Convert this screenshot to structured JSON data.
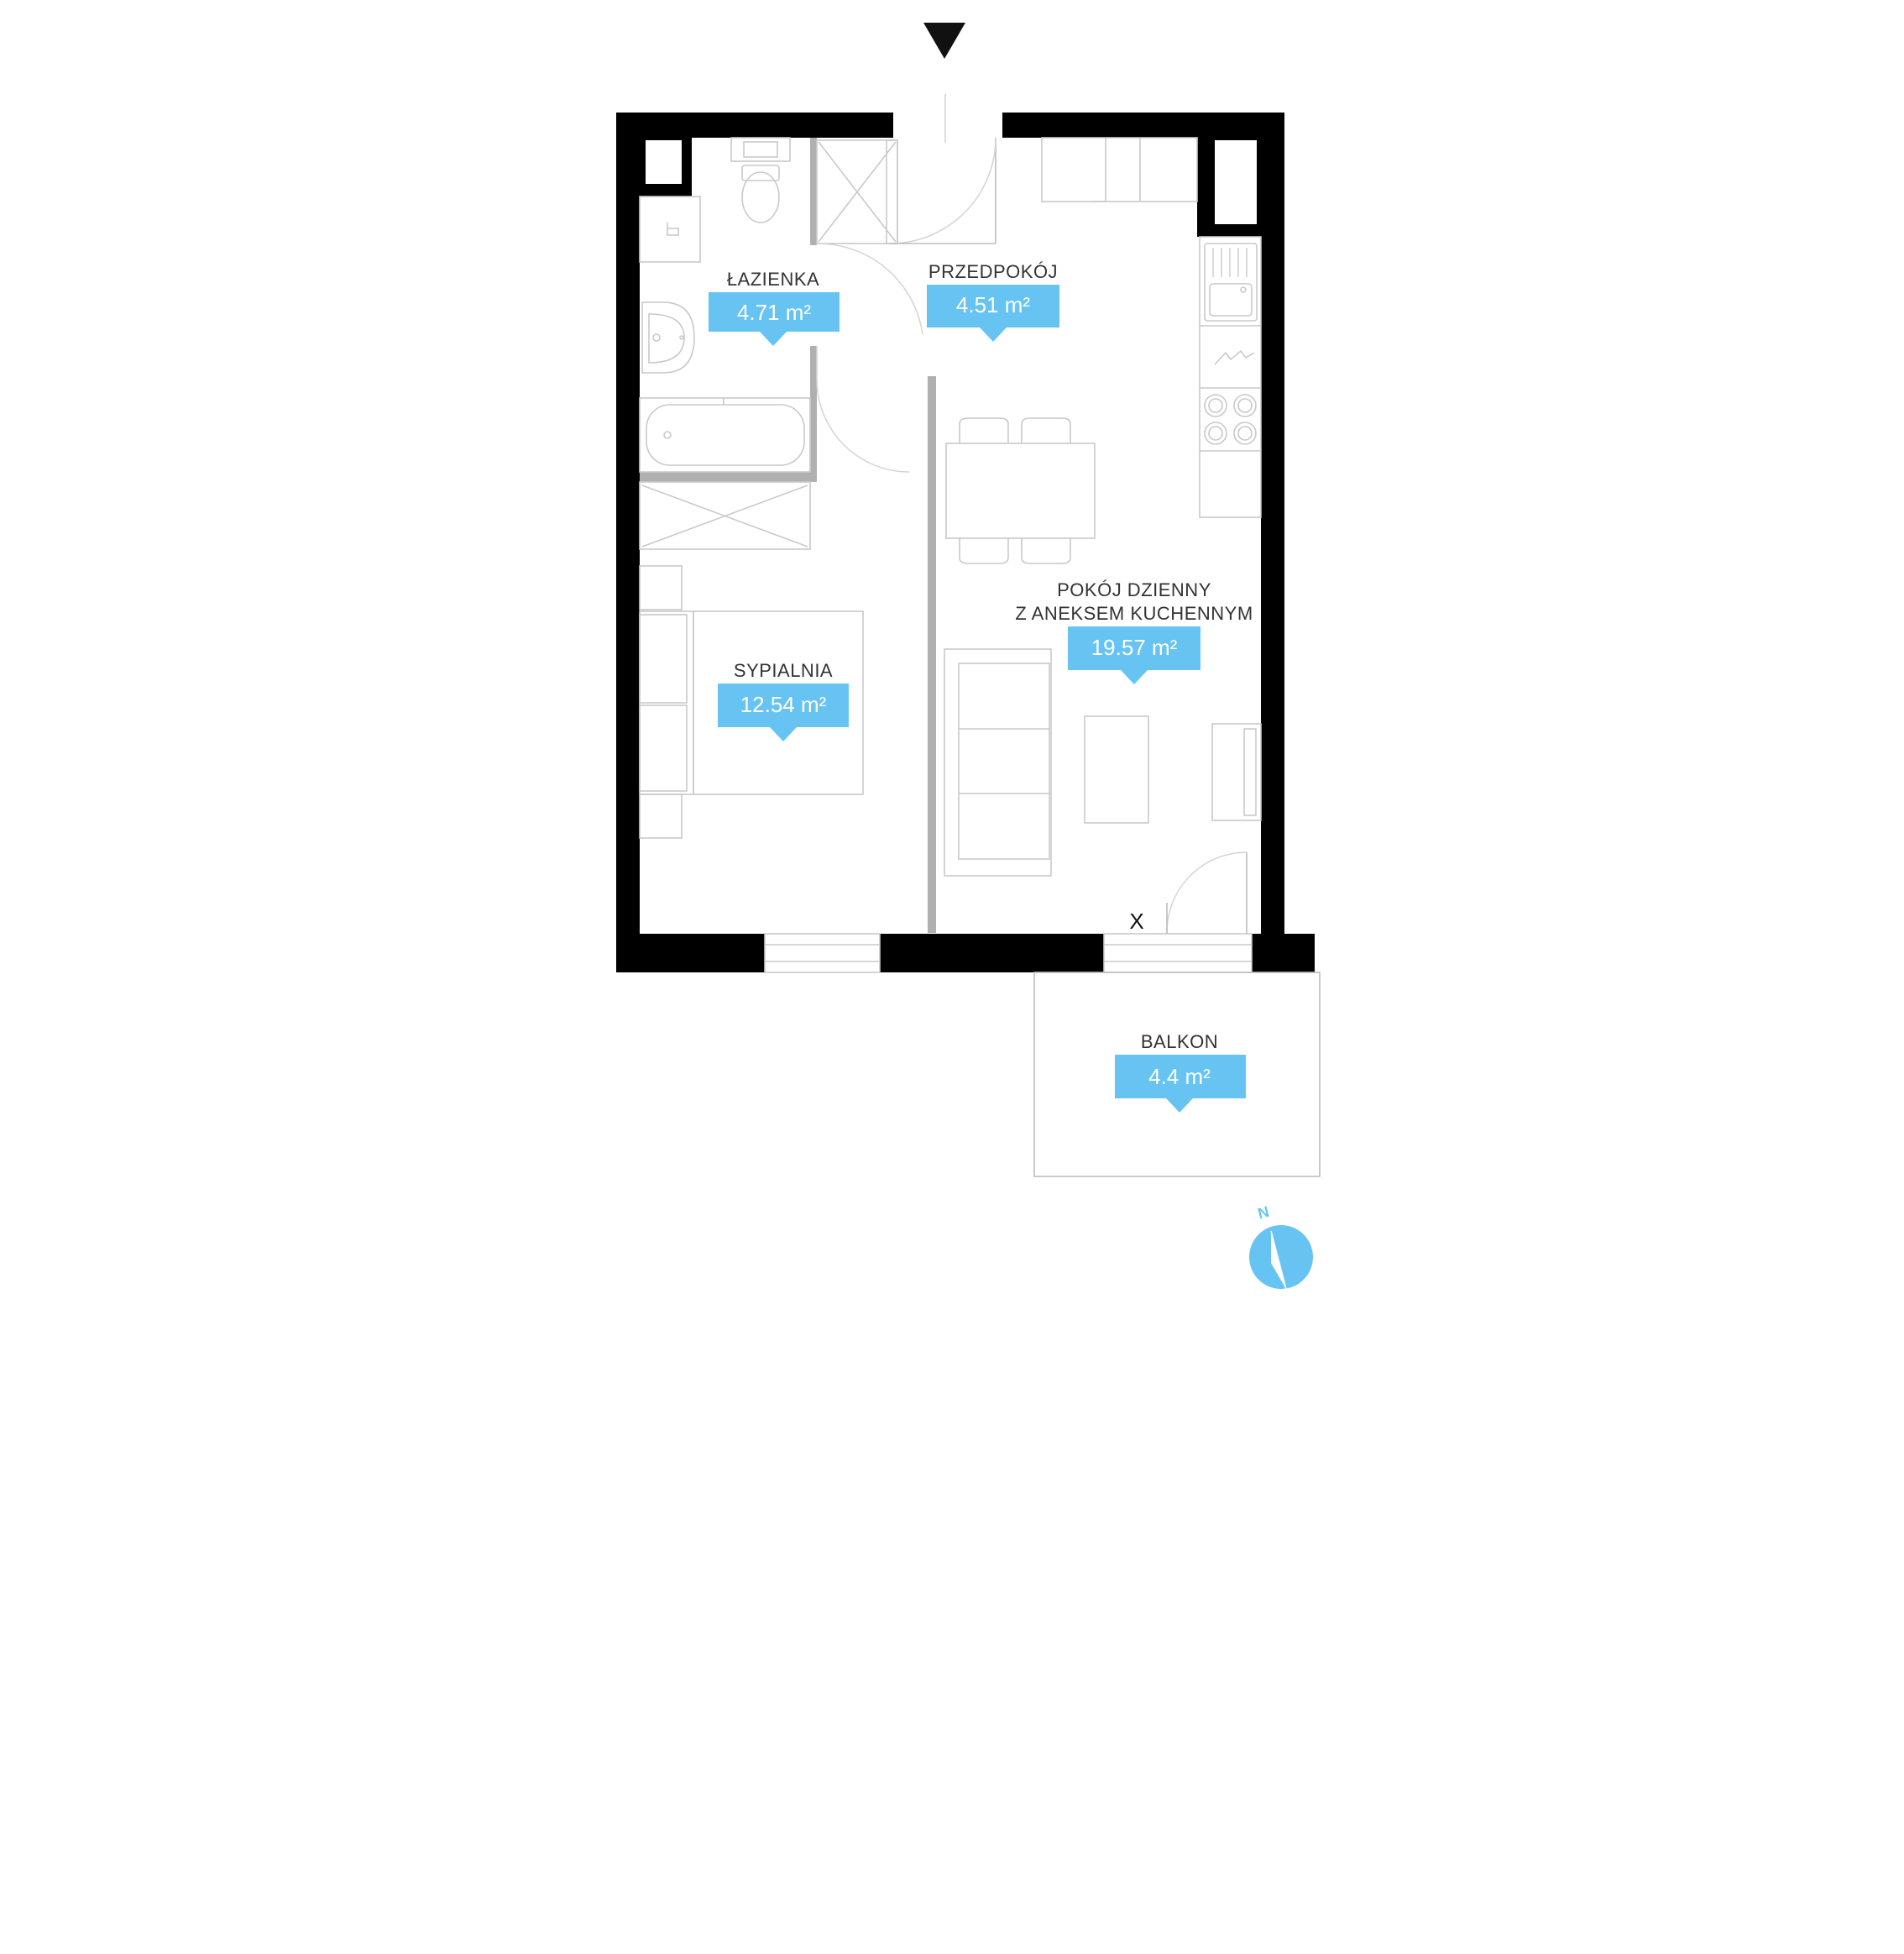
{
  "accent_color": "#67c4f2",
  "rooms": [
    {
      "name": "ŁAZIENKA",
      "area": "4.71 m²"
    },
    {
      "name": "PRZEDPOKÓJ",
      "area": "4.51 m²"
    },
    {
      "name": "SYPIALNIA",
      "area": "12.54 m²"
    },
    {
      "name_line1": "POKÓJ DZIENNY",
      "name_line2": "Z ANEKSEM KUCHENNYM",
      "area": "19.57 m²"
    },
    {
      "name": "BALKON",
      "area": "4.4 m²"
    }
  ],
  "markers": {
    "x_mark": "X",
    "north": "N"
  },
  "icons": {
    "entrance": "entrance-arrow-icon",
    "compass": "compass-north-icon"
  }
}
